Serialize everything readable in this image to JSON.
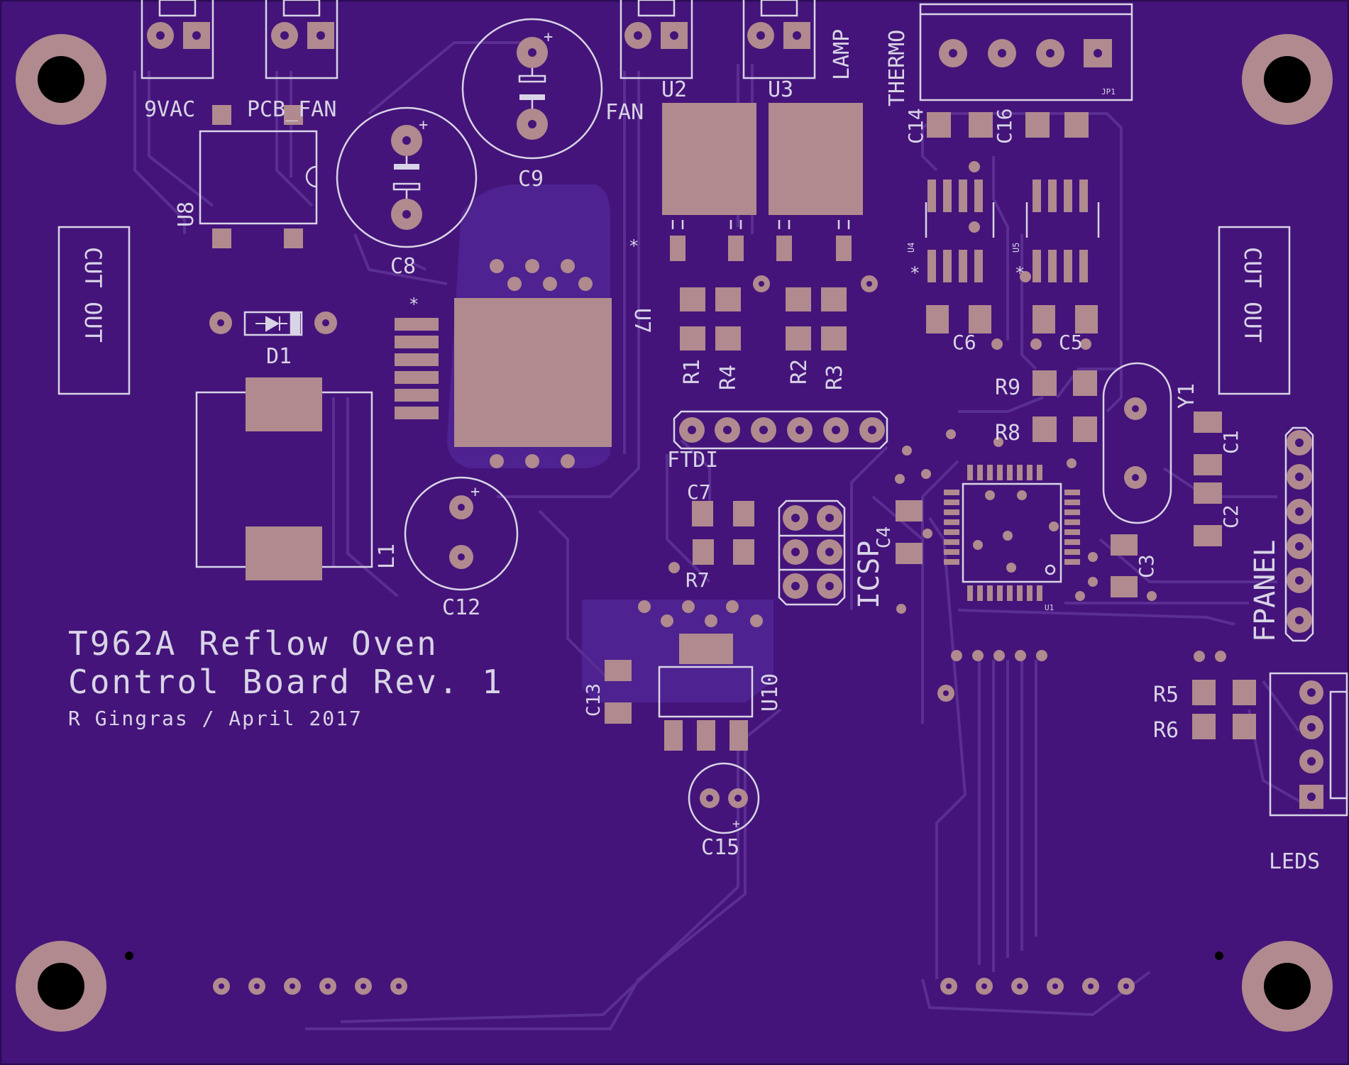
{
  "colors": {
    "board": "#44147a",
    "board_edge": "#3a0f6a",
    "trace": "#5a2e92",
    "pour": "#512692",
    "copper": "#b08a8e",
    "silk": "#d8d4e6",
    "hole": "#000000"
  },
  "title": {
    "line1": "T962A Reflow Oven",
    "line2": "Control Board Rev. 1",
    "author": "R Gingras / April 2017"
  },
  "connectors": {
    "vac": "9VAC",
    "pcb_fan": "PCB_FAN",
    "fan": "FAN",
    "lamp": "LAMP",
    "thermo": "THERMO",
    "jp1": "JP1",
    "ftdi": "FTDI",
    "icsp": "ICSP",
    "fpanel": "FPANEL",
    "leds": "LEDS",
    "cut_left": "CUT OUT",
    "cut_right": "CUT OUT"
  },
  "components": {
    "u2": "U2",
    "u3": "U3",
    "u4": "U4",
    "u5": "U5",
    "u7": "U7",
    "u8": "U8",
    "u10": "U10",
    "u1": "U1",
    "c1": "C1",
    "c2": "C2",
    "c3": "C3",
    "c4": "C4",
    "c5": "C5",
    "c6": "C6",
    "c7": "C7",
    "c8": "C8",
    "c9": "C9",
    "c12": "C12",
    "c13": "C13",
    "c14": "C14",
    "c15": "C15",
    "c16": "C16",
    "r1": "R1",
    "r2": "R2",
    "r3": "R3",
    "r4": "R4",
    "r5": "R5",
    "r6": "R6",
    "r7": "R7",
    "r8": "R8",
    "r9": "R9",
    "d1": "D1",
    "l1": "L1",
    "y1": "Y1"
  },
  "markers": {
    "pin1": "*",
    "plus": "+"
  }
}
